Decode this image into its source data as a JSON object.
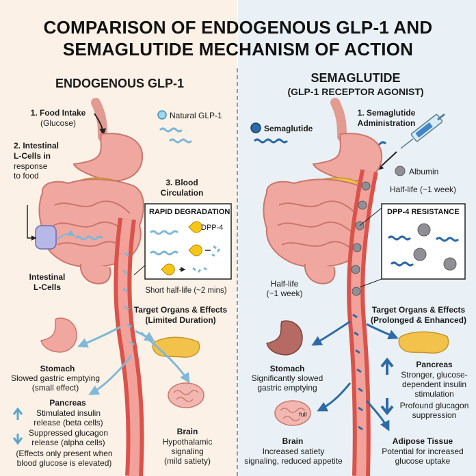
{
  "title_line1": "COMPARISON OF ENDOGENOUS GLP-1 AND",
  "title_line2": "SEMAGLUTIDE MECHANISM OF ACTION",
  "left": {
    "heading": "ENDOGENOUS GLP-1",
    "step1_title": "1. Food Intake",
    "step1_sub": "(Glucose)",
    "legend": "Natural GLP-1",
    "step2_l1": "2. Intestinal",
    "step2_l2": "L-Cells in",
    "step2_l3": "response",
    "step2_l4": "to food",
    "step3_l1": "3. Blood",
    "step3_l2": "Circulation",
    "lcells_l1": "Intestinal",
    "lcells_l2": "L-Cells",
    "box_title": "RAPID DEGRADATION",
    "dpp4": "DPP-4",
    "half_life": "Short half-life (~2 mins)",
    "targets_title": "Target Organs & Effects",
    "targets_sub": "(Limited Duration)",
    "stomach_title": "Stomach",
    "stomach_l1": "Slowed gastric emptying",
    "stomach_l2": "(small effect)",
    "pancreas_title": "Pancreas",
    "pancreas_l1": "Stimulated insulin",
    "pancreas_l2": "release (beta cells)",
    "pancreas_l3": "Suppressed glucagon",
    "pancreas_l4": "release (alpha cells)",
    "footnote_l1": "(Effects only present when",
    "footnote_l2": "blood glucose is elevated)",
    "brain_title": "Brain",
    "brain_l1": "Hypothalamic",
    "brain_l2": "signaling",
    "brain_l3": "(mild satiety)"
  },
  "right": {
    "heading": "SEMAGLUTIDE",
    "subheading": "(GLP-1 RECEPTOR AGONIST)",
    "legend": "Semaglutide",
    "admin_l1": "1. Semaglutide",
    "admin_l2": "Administration",
    "albumin": "Albumin",
    "half_life_top": "Half-life (~1 week)",
    "box_title": "DPP-4 RESISTANCE",
    "half_life_l1": "Half-life",
    "half_life_l2": "(~1 week)",
    "targets_title": "Target Organs & Effects",
    "targets_sub": "(Prolonged & Enhanced)",
    "stomach_title": "Stomach",
    "stomach_l1": "Significantly slowed",
    "stomach_l2": "gastric emptying",
    "pancreas_title": "Pancreas",
    "pancreas_l1": "Stronger, glucose-",
    "pancreas_l2": "dependent insulin",
    "pancreas_l3": "stimulation",
    "pancreas_l4": "Profound glucagon",
    "pancreas_l5": "suppression",
    "brain_label": "full",
    "brain_title": "Brain",
    "brain_l1": "Increased satiety",
    "brain_l2": "signaling, reduced appetite",
    "adipose_title": "Adipose Tissue",
    "adipose_l1": "Potential for increased",
    "adipose_l2": "glucose uptake"
  }
}
